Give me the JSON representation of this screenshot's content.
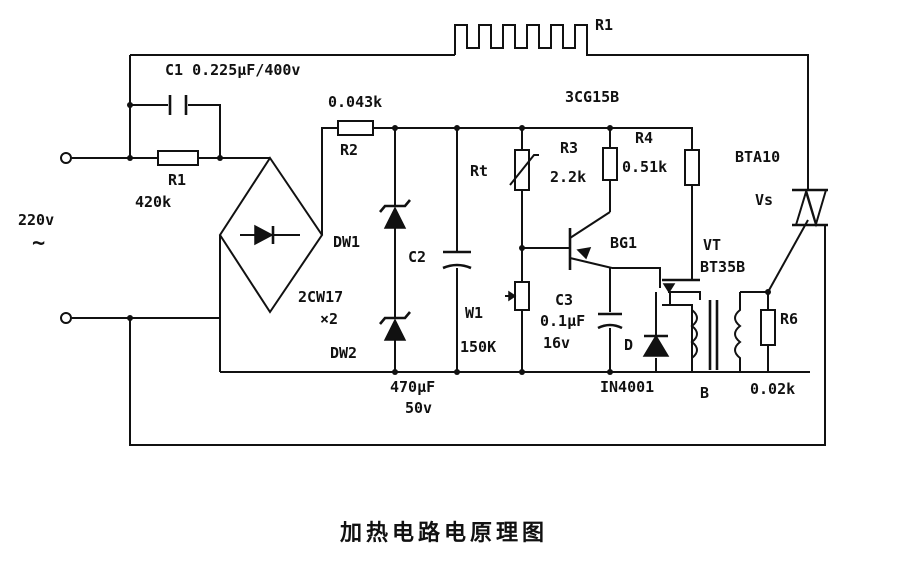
{
  "caption": "加热电路电原理图",
  "labels": {
    "r1_heater": "R1",
    "c1": "C1  0.225μF/400v",
    "r2_value": "0.043k",
    "r2": "R2",
    "q_type": "3CG15B",
    "r1": "R1",
    "r1_value": "420k",
    "v_in": "220v",
    "ac_symbol": "~",
    "dw1": "DW1",
    "c2": "C2",
    "zener_type": "2CW17",
    "zener_count": "×2",
    "dw2": "DW2",
    "c2_value": "470μF",
    "c2_voltage": "50v",
    "rt": "Rt",
    "r3": "R3",
    "r3_value": "2.2k",
    "r4": "R4",
    "r4_value": "0.51k",
    "bg1": "BG1",
    "w1": "W1",
    "w1_value": "150K",
    "c3": "C3",
    "c3_value": "0.1μF",
    "c3_voltage": "16v",
    "diode_d": "D",
    "diode_type": "IN4001",
    "vt": "VT",
    "vt_type": "BT35B",
    "b": "B",
    "bta": "BTA10",
    "vs": "Vs",
    "r6": "R6",
    "r6_value": "0.02k"
  }
}
